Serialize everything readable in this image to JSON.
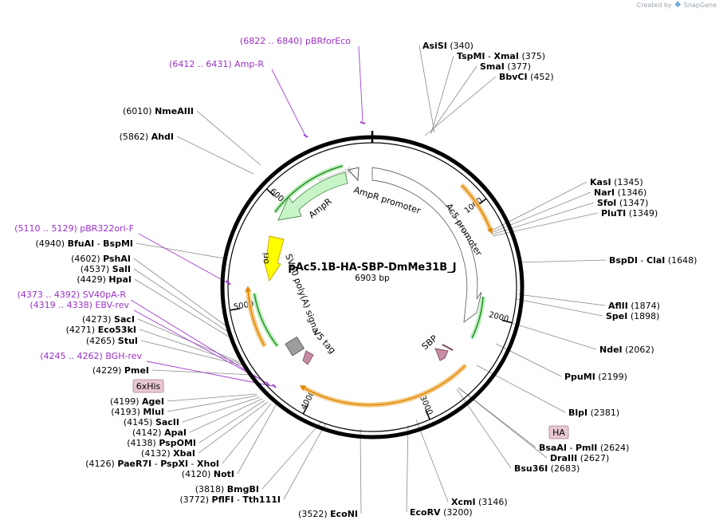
{
  "branding": {
    "created_by": "Created by",
    "app": "SnapGene"
  },
  "plasmid": {
    "name": "pAc5.1B-HA-SBP-DmMe31B_J",
    "size": "6903 bp"
  },
  "ticks": [
    "1000",
    "2000",
    "3000",
    "4000",
    "5000",
    "6000"
  ],
  "features": [
    {
      "label": "AmpR promoter"
    },
    {
      "label": "AmpR"
    },
    {
      "label": "Ac5 promoter"
    },
    {
      "label": "ori"
    },
    {
      "label": "SV40 poly(A) signal"
    },
    {
      "label": "V5 tag"
    },
    {
      "label": "SBP"
    }
  ],
  "boxed_features": [
    {
      "label": "6xHis"
    },
    {
      "label": "HA"
    }
  ],
  "primers": [
    {
      "range": "(6822 .. 6840)",
      "name": "pBRforEco"
    },
    {
      "range": "(6412 .. 6431)",
      "name": "Amp-R"
    },
    {
      "range": "(5110 .. 5129)",
      "name": "pBR322ori-F"
    },
    {
      "range": "(4373 .. 4392)",
      "name": "SV40pA-R"
    },
    {
      "range": "(4319 .. 4338)",
      "name": "EBV-rev"
    },
    {
      "range": "(4245 .. 4262)",
      "name": "BGH-rev"
    }
  ],
  "sites_right": [
    {
      "names": [
        "AsiSI"
      ],
      "pos": "(340)"
    },
    {
      "names": [
        "TspMI",
        "XmaI"
      ],
      "pos": "(375)"
    },
    {
      "names": [
        "SmaI"
      ],
      "pos": "(377)"
    },
    {
      "names": [
        "BbvCI"
      ],
      "pos": "(452)"
    },
    {
      "names": [
        "KasI"
      ],
      "pos": "(1345)"
    },
    {
      "names": [
        "NarI"
      ],
      "pos": "(1346)"
    },
    {
      "names": [
        "SfoI"
      ],
      "pos": "(1347)"
    },
    {
      "names": [
        "PluTI"
      ],
      "pos": "(1349)"
    },
    {
      "names": [
        "BspDI",
        "ClaI"
      ],
      "pos": "(1648)"
    },
    {
      "names": [
        "AflII"
      ],
      "pos": "(1874)"
    },
    {
      "names": [
        "SpeI"
      ],
      "pos": "(1898)"
    },
    {
      "names": [
        "NdeI"
      ],
      "pos": "(2062)"
    },
    {
      "names": [
        "PpuMI"
      ],
      "pos": "(2199)"
    },
    {
      "names": [
        "BlpI"
      ],
      "pos": "(2381)"
    },
    {
      "names": [
        "BsaAI",
        "PmlI"
      ],
      "pos": "(2624)"
    },
    {
      "names": [
        "DraIII"
      ],
      "pos": "(2627)"
    },
    {
      "names": [
        "Bsu36I"
      ],
      "pos": "(2683)"
    },
    {
      "names": [
        "XcmI"
      ],
      "pos": "(3146)"
    },
    {
      "names": [
        "EcoRV"
      ],
      "pos": "(3200)"
    }
  ],
  "sites_left": [
    {
      "pos": "(6010)",
      "names": [
        "NmeAIII"
      ]
    },
    {
      "pos": "(5862)",
      "names": [
        "AhdI"
      ]
    },
    {
      "pos": "(4940)",
      "names": [
        "BfuAI",
        "BspMI"
      ]
    },
    {
      "pos": "(4602)",
      "names": [
        "PshAI"
      ]
    },
    {
      "pos": "(4537)",
      "names": [
        "SalI"
      ]
    },
    {
      "pos": "(4429)",
      "names": [
        "HpaI"
      ]
    },
    {
      "pos": "(4273)",
      "names": [
        "SacI"
      ]
    },
    {
      "pos": "(4271)",
      "names": [
        "Eco53kI"
      ]
    },
    {
      "pos": "(4265)",
      "names": [
        "StuI"
      ]
    },
    {
      "pos": "(4229)",
      "names": [
        "PmeI"
      ]
    },
    {
      "pos": "(4199)",
      "names": [
        "AgeI"
      ]
    },
    {
      "pos": "(4193)",
      "names": [
        "MluI"
      ]
    },
    {
      "pos": "(4145)",
      "names": [
        "SacII"
      ]
    },
    {
      "pos": "(4142)",
      "names": [
        "ApaI"
      ]
    },
    {
      "pos": "(4138)",
      "names": [
        "PspOMI"
      ]
    },
    {
      "pos": "(4132)",
      "names": [
        "XbaI"
      ]
    },
    {
      "pos": "(4126)",
      "names": [
        "PaeR7I",
        "PspXI",
        "XhoI"
      ]
    },
    {
      "pos": "(4120)",
      "names": [
        "NotI"
      ]
    },
    {
      "pos": "(3818)",
      "names": [
        "BmgBI"
      ]
    },
    {
      "pos": "(3772)",
      "names": [
        "PflFI",
        "Tth111I"
      ]
    },
    {
      "pos": "(3522)",
      "names": [
        "EcoNI"
      ]
    }
  ],
  "colors": {
    "backbone": "#000000",
    "promoter": "#ffffff",
    "amp": "#c7f5c7",
    "ori": "#ffff00",
    "polyA": "#9e9e9e",
    "tag": "#c98ca6",
    "highlight": "#f3c27a",
    "primer": "#9b30c8"
  }
}
